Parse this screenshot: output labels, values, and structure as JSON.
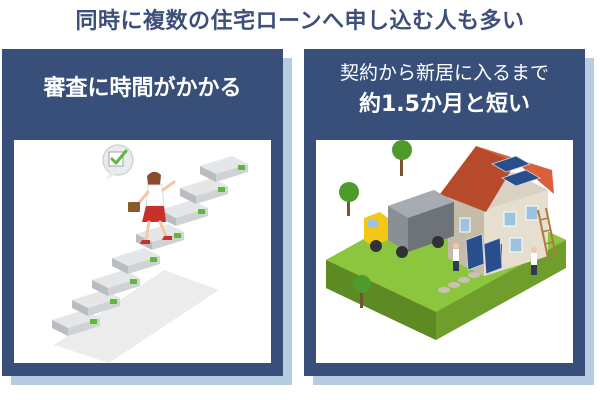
{
  "title": "同時に複数の住宅ローンへ申し込む人も多い",
  "left_panel": {
    "heading": "審査に時間がかかる"
  },
  "right_panel": {
    "heading_line1": "契約から新居に入るまで",
    "heading_line2": "約1.5か月と短い"
  },
  "colors": {
    "panel": "#384f79",
    "panel_shadow": "#b7cbe3",
    "title_text": "#3d4f7a",
    "lawn": "#8cc63f",
    "house_roof": "#d9603b"
  }
}
